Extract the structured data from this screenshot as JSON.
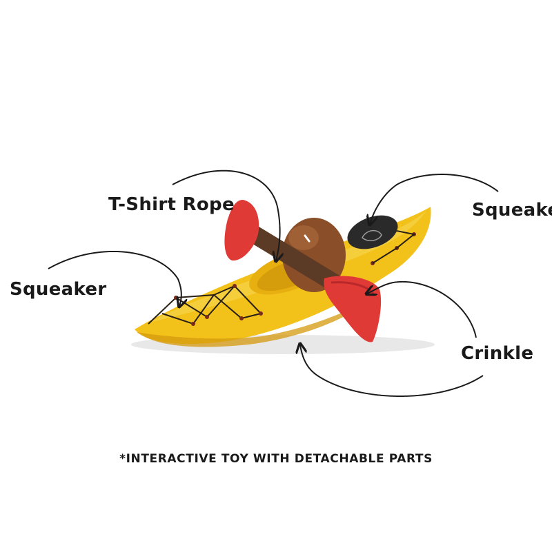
{
  "labels": {
    "tshirt_rope": "T-Shirt Rope",
    "squeaker_left": "Squeaker",
    "squeaker_right": "Squeaker",
    "crinkle": "Crinkle"
  },
  "footnote": "*INTERACTIVE TOY WITH DETACHABLE PARTS",
  "colors": {
    "kayak_yellow": "#f2c21b",
    "kayak_shadow": "#d49a0e",
    "kayak_inner": "#e7b010",
    "paddle_red": "#e03a36",
    "paddle_shaft": "#5b3a26",
    "paddler_brown": "#8a4e28",
    "lace": "#2a2015",
    "arrow": "#1a1a1a"
  }
}
